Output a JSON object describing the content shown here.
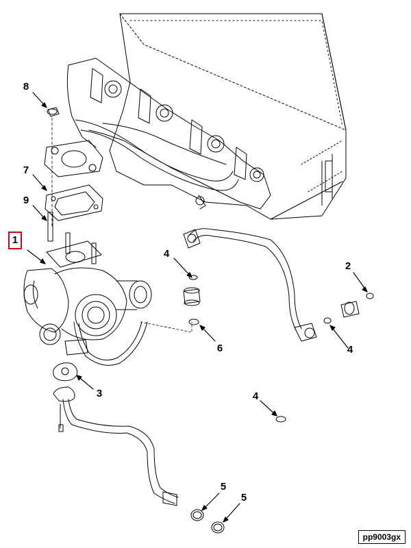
{
  "callouts": {
    "c1": "1",
    "c2": "2",
    "c3": "3",
    "c4a": "4",
    "c4b": "4",
    "c4c": "4",
    "c5a": "5",
    "c5b": "5",
    "c6": "6",
    "c7": "7",
    "c8": "8",
    "c9": "9"
  },
  "figure_id": "pp9003gx",
  "colors": {
    "highlight": "#d0021b",
    "line": "#000000"
  }
}
